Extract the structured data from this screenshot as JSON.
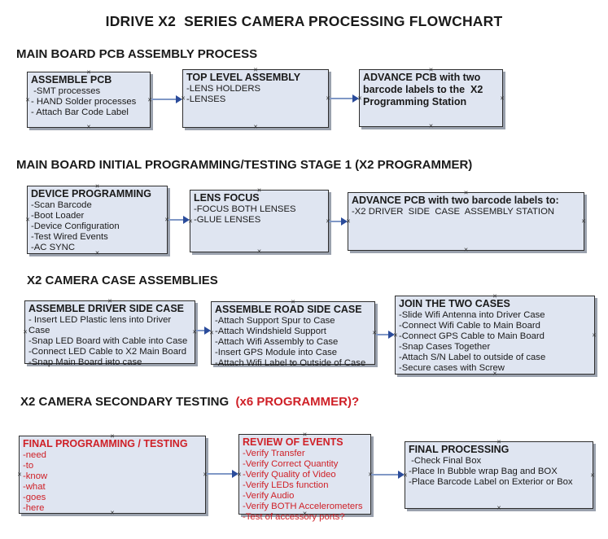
{
  "title": "IDRIVE X2  SERIES CAMERA PROCESSING FLOWCHART",
  "colors": {
    "box_fill": "#dfe5f1",
    "box_border": "#2e2e2e",
    "box_shadow": "#9aa1ad",
    "arrow_line": "#8098c6",
    "arrow_head": "#2b4c9b",
    "text_black": "#1a1a1a",
    "text_red": "#cf2027"
  },
  "icons": {
    "connection_point": "x-connection-marker",
    "arrow": "right-arrow-connector"
  },
  "sections": [
    {
      "header": "MAIN BOARD PCB ASSEMBLY PROCESS",
      "boxes": [
        {
          "title": "ASSEMBLE PCB",
          "items": [
            " -SMT processes",
            "- HAND Solder processes",
            "- Attach Bar Code Label"
          ]
        },
        {
          "title": "TOP LEVEL ASSEMBLY",
          "items": [
            "-LENS HOLDERS",
            "-LENSES"
          ]
        },
        {
          "title": "ADVANCE PCB with two barcode labels to the  X2 Programming Station",
          "items": []
        }
      ]
    },
    {
      "header": "MAIN BOARD INITIAL PROGRAMMING/TESTING STAGE 1 (X2 PROGRAMMER)",
      "boxes": [
        {
          "title": "DEVICE PROGRAMMING",
          "items": [
            "-Scan Barcode",
            "-Boot Loader",
            "-Device Configuration",
            "-Test Wired Events",
            "-AC SYNC"
          ]
        },
        {
          "title": "LENS FOCUS",
          "items": [
            "-FOCUS BOTH LENSES",
            "-GLUE LENSES"
          ]
        },
        {
          "title": "ADVANCE PCB with two barcode labels to:",
          "items": [
            "-X2 DRIVER  SIDE  CASE  ASSEMBLY STATION"
          ]
        }
      ]
    },
    {
      "header": "X2 CAMERA CASE ASSEMBLIES",
      "boxes": [
        {
          "title": "ASSEMBLE DRIVER SIDE CASE",
          "items": [
            "- Insert LED Plastic lens into Driver Case",
            "-Snap LED Board with Cable into Case",
            "-Connect LED Cable to X2 Main Board",
            "-Snap Main Board into case"
          ]
        },
        {
          "title": "ASSEMBLE ROAD SIDE CASE",
          "items": [
            "-Attach Support Spur to Case",
            "-Attach Windshield Support",
            "-Attach Wifi Assembly to Case",
            "-Insert GPS Module into Case",
            "-Attach Wifi Label to Outside of Case"
          ]
        },
        {
          "title": "JOIN THE TWO CASES",
          "items": [
            "-Slide Wifi Antenna into Driver Case",
            "-Connect Wifi Cable to Main Board",
            "-Connect GPS Cable to Main Board",
            "-Snap Cases Together",
            "-Attach S/N Label to outside of case",
            "-Secure cases with Screw"
          ]
        }
      ]
    },
    {
      "header_black": "X2 CAMERA SECONDARY TESTING",
      "header_red": "  (x6 PROGRAMMER)?",
      "boxes": [
        {
          "title": "FINAL PROGRAMMING / TESTING",
          "items": [
            "-need",
            "-to",
            "-know",
            "-what",
            "-goes",
            "-here"
          ]
        },
        {
          "title": "REVIEW OF EVENTS",
          "items": [
            "-Verify Transfer",
            "-Verify Correct Quantity",
            "-Verify Quality of Video",
            "-Verify LEDs function",
            "-Verify Audio",
            "-Verify BOTH Accelerometers",
            "-Test of accessory ports?"
          ]
        },
        {
          "title": "FINAL PROCESSING",
          "items": [
            " -Check Final Box",
            "-Place In Bubble wrap Bag and BOX",
            "-Place Barcode Label on Exterior or Box"
          ]
        }
      ]
    }
  ]
}
